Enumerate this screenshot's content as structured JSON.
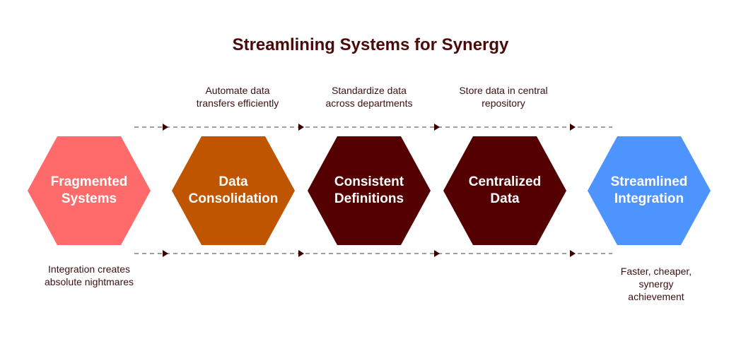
{
  "title": "Streamlining Systems for Synergy",
  "steps": [
    {
      "line1": "Fragmented",
      "line2": "Systems",
      "color": "#ff6b6b"
    },
    {
      "line1": "Data",
      "line2": "Consolidation",
      "color": "#c05500"
    },
    {
      "line1": "Consistent",
      "line2": "Definitions",
      "color": "#550000"
    },
    {
      "line1": "Centralized",
      "line2": "Data",
      "color": "#550000"
    },
    {
      "line1": "Streamlined",
      "line2": "Integration",
      "color": "#4d94ff"
    }
  ],
  "top_notes": [
    {
      "line1": "Automate data",
      "line2": "transfers efficiently"
    },
    {
      "line1": "Standardize data",
      "line2": "across departments"
    },
    {
      "line1": "Store data in central",
      "line2": "repository"
    }
  ],
  "bottom_notes": [
    {
      "line1": "Integration creates",
      "line2": "absolute nightmares"
    },
    {
      "line1": "Faster, cheaper,",
      "line2": "synergy",
      "line3": "achievement"
    }
  ],
  "colors": {
    "arrow": "#8a7a7a",
    "arrowhead": "#3a0000"
  }
}
